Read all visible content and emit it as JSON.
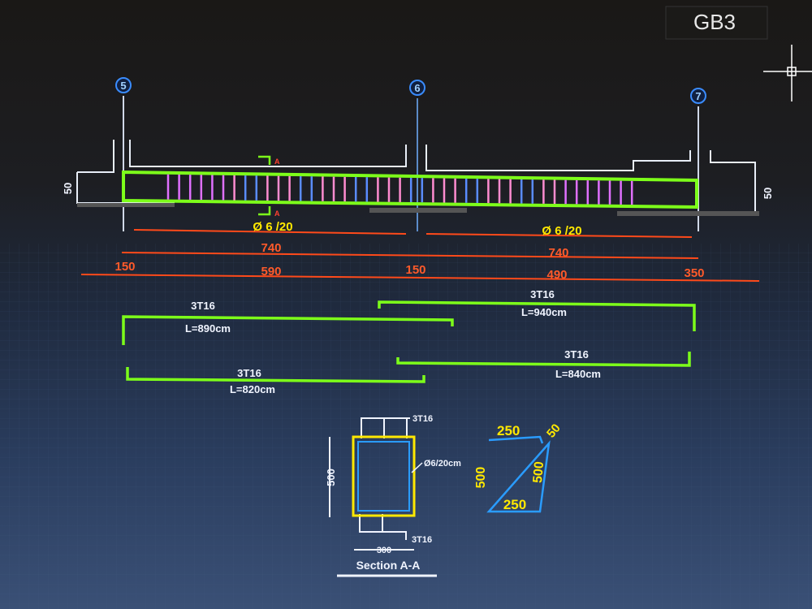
{
  "title_block": {
    "label": "GB3"
  },
  "grid_axes": [
    "5",
    "6",
    "7"
  ],
  "section_marks": {
    "top": "A",
    "bottom": "A"
  },
  "stirrup_labels": {
    "left": "Ø 6 /20",
    "right": "Ø 6 /20"
  },
  "span_dims": {
    "left": "740",
    "right": "740"
  },
  "detail_dims": [
    "150",
    "590",
    "150",
    "490",
    "350"
  ],
  "rebars": [
    {
      "name": "3T16",
      "length": "L=890cm"
    },
    {
      "name": "3T16",
      "length": "L=940cm"
    },
    {
      "name": "3T16",
      "length": "L=840cm"
    },
    {
      "name": "3T16",
      "length": "L=820cm"
    }
  ],
  "beam_depth_labels": {
    "left": "50",
    "right": "50"
  },
  "section": {
    "title": "Section A-A",
    "top_bars": "3T16",
    "bottom_bars": "3T16",
    "stirrup": "Ø6/20cm",
    "height": "500",
    "width": "300"
  },
  "stirrup_shape": {
    "top": "250",
    "hook": "50",
    "left": "500",
    "right": "500",
    "bottom": "250"
  },
  "colors": {
    "beam": "#7dff1a",
    "dims": "#ff5a2a",
    "labels": "#ffe800",
    "stirrup": "#2a8cff",
    "axis": "#3a8cff"
  }
}
